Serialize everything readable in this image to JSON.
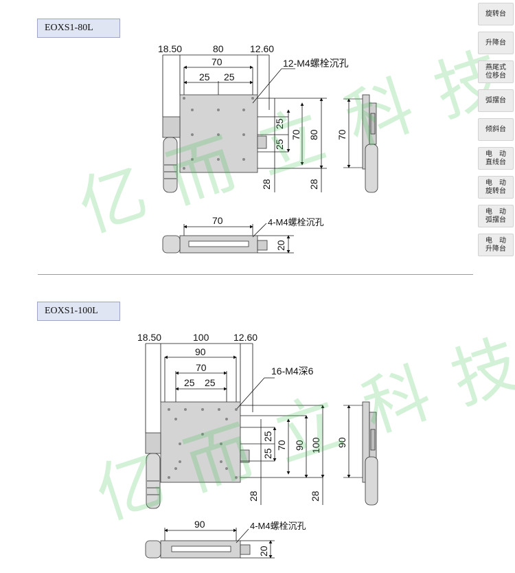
{
  "section1": {
    "model": "EOXS1-80L",
    "dims": {
      "left_offset": "18.50",
      "width": "80",
      "right_offset": "12.60",
      "hole_span": "70",
      "pitch_a": "25",
      "pitch_b": "25",
      "holes_note": "12-M4螺栓沉孔",
      "v_pitch_a": "25",
      "v_pitch_b": "25",
      "v_hole_span": "70",
      "v_width": "80",
      "v_side_28a": "28",
      "v_side_28b": "28",
      "side_height": "70",
      "bottom_span": "70",
      "bottom_holes_note": "4-M4螺栓沉孔",
      "bottom_height": "20"
    }
  },
  "section2": {
    "model": "EOXS1-100L",
    "dims": {
      "left_offset": "18.50",
      "width": "100",
      "right_offset": "12.60",
      "span_90": "90",
      "hole_span": "70",
      "pitch_a": "25",
      "pitch_b": "25",
      "holes_note": "16-M4深6",
      "v_pitch_a": "25",
      "v_pitch_b": "25",
      "v_hole_span": "70",
      "v_span_90": "90",
      "v_width": "100",
      "v_side_28a": "28",
      "v_side_28b": "28",
      "side_height": "90",
      "bottom_span": "90",
      "bottom_holes_note": "4-M4螺栓沉孔",
      "bottom_height": "20"
    }
  },
  "sidebar": {
    "items": [
      {
        "label": "旋转台"
      },
      {
        "label": "升降台"
      },
      {
        "label": "燕尾式\n位移台"
      },
      {
        "label": "弧摆台"
      },
      {
        "label": "倾斜台"
      },
      {
        "label": "电　动\n直线台"
      },
      {
        "label": "电　动\n旋转台"
      },
      {
        "label": "电　动\n弧摆台"
      },
      {
        "label": "电　动\n升降台"
      }
    ]
  },
  "watermark": "亿而立科技",
  "colors": {
    "plate": "#d4d4d4",
    "plate_stroke": "#333333",
    "watermark": "#35c24a",
    "label_bg": "#dfe5f2"
  }
}
